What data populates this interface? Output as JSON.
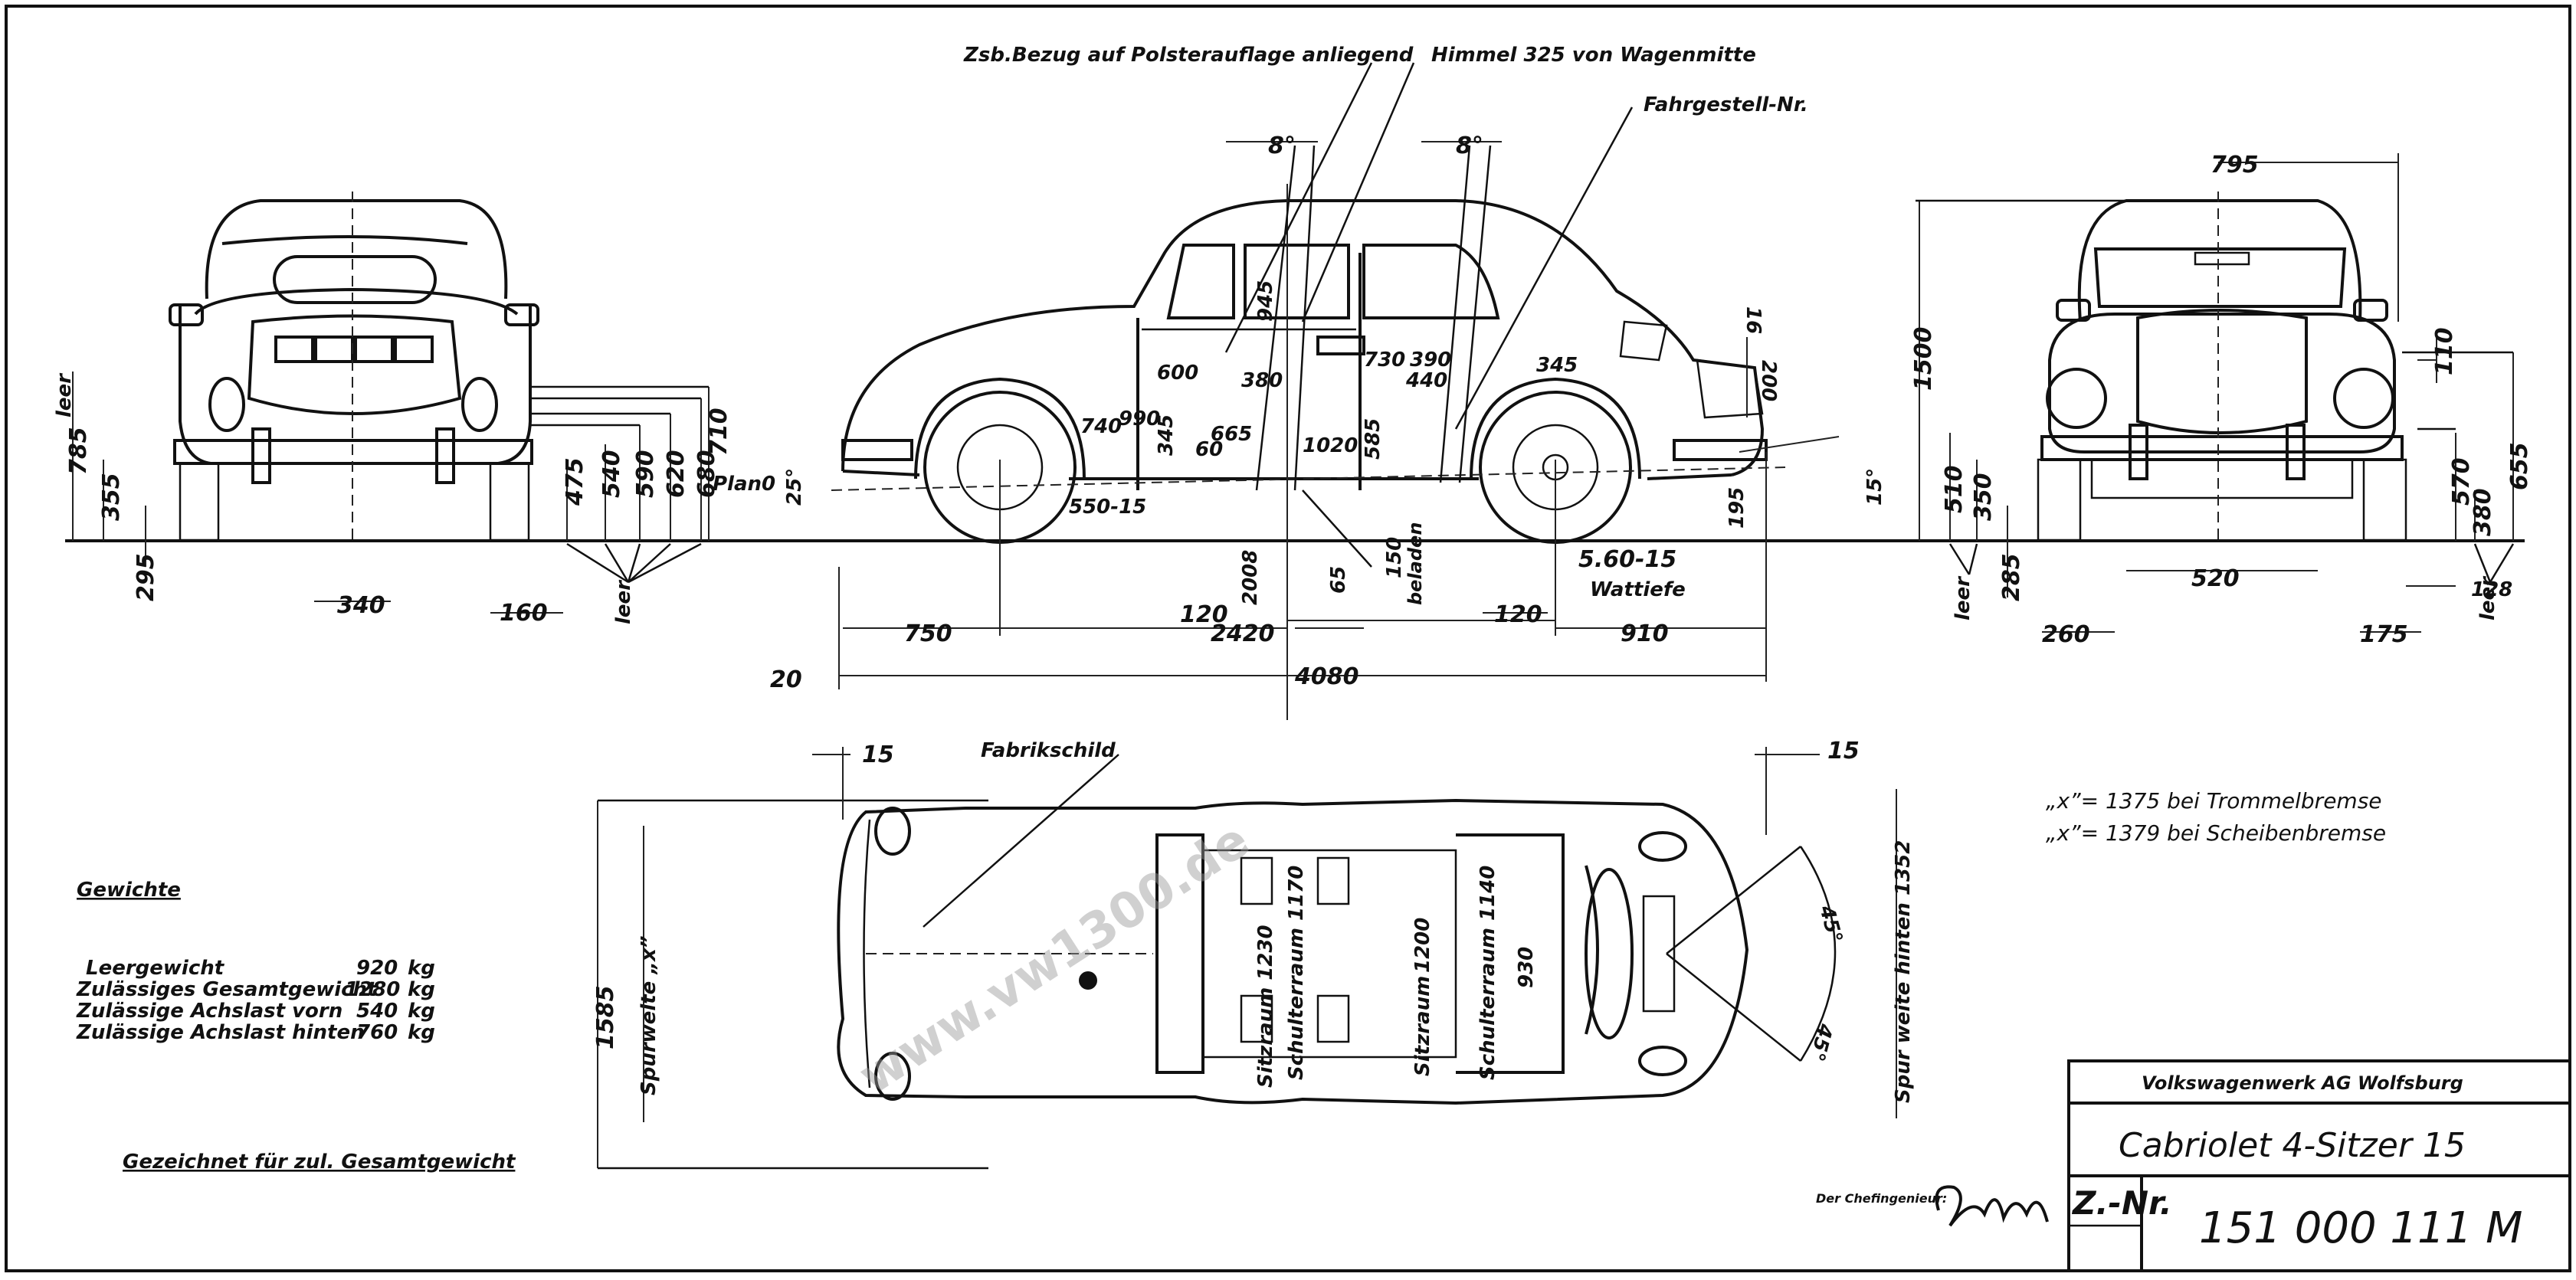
{
  "title_block": {
    "company": "Volkswagenwerk AG Wolfsburg",
    "model": "Cabriolet 4-Sitzer 15",
    "znr_label": "Z.-Nr.",
    "znr_value": "151 000 111 M",
    "chief_label": "Der Chefingenieur:"
  },
  "weights": {
    "heading": "Gewichte",
    "rows": [
      {
        "label": "Leergewicht",
        "value": "920",
        "unit": "kg"
      },
      {
        "label": "Zulässiges Gesamtgewicht",
        "value": "1280",
        "unit": "kg"
      },
      {
        "label": "Zulässige Achslast vorn",
        "value": "540",
        "unit": "kg"
      },
      {
        "label": "Zulässige Achslast hinten",
        "value": "760",
        "unit": "kg"
      }
    ],
    "footer": "Gezeichnet für zul. Gesamtgewicht"
  },
  "notes": {
    "brake_drum": "„x”= 1375  bei Trommelbremse",
    "brake_disc": "„x”= 1379  bei Scheibenbremse",
    "watermark": "www.vw1300.de"
  },
  "labels": {
    "bezug": "Zsb.Bezug auf Polsterauflage anliegend",
    "himmel": "Himmel 325 von Wagenmitte",
    "fahrgestell": "Fahrgestell-Nr.",
    "fabrikschild": "Fabrikschild",
    "plan0": "Plan0",
    "tire": "5.60-15",
    "wattiefe": "Wattiefe",
    "spurweite_x": "Spurweite „x”",
    "spurweite_hinten": "Spur weite hinten 1352",
    "sitzraum_1": "Sitzraum 1230",
    "schulterraum_1": "Schulterraum 1170",
    "sitzraum_2": "Sitzraum",
    "schulterraum_2": "Schulterraum 1140",
    "leer": "leer",
    "beladen": "beladen"
  },
  "dimensions": {
    "rear_view": {
      "h785": "785",
      "h355": "355",
      "h295": "295",
      "w340": "340",
      "w160": "160",
      "h475": "475",
      "h540": "540",
      "h590": "590",
      "h620": "620",
      "h680": "680",
      "h710": "710"
    },
    "side_view": {
      "ang8_front": "8°",
      "ang8_rear": "8°",
      "d945": "945",
      "d730": "730",
      "d390": "390",
      "d440": "440",
      "d345": "345",
      "d200": "200",
      "d16": "16",
      "d600": "600",
      "d740": "740",
      "d990": "990",
      "d380": "380",
      "d665": "665",
      "d345b": "345",
      "d60": "60",
      "d1020": "1020",
      "d585": "585",
      "d550_15": "550-15",
      "ang15": "15°",
      "d25": "25°",
      "d195": "195",
      "d2008": "2008",
      "d65": "65",
      "d150": "150",
      "d120a": "120",
      "d120b": "120",
      "d750": "750",
      "d2420": "2420",
      "d910": "910",
      "d4080": "4080",
      "d20": "20"
    },
    "front_view": {
      "w795": "795",
      "h1500": "1500",
      "h110": "110",
      "h510": "510",
      "h350": "350",
      "h285": "285",
      "w520": "520",
      "h570": "570",
      "h655": "655",
      "h380": "380",
      "w128": "128",
      "w260": "260",
      "w175": "175"
    },
    "top_view": {
      "d15_left": "15",
      "d15_right": "15",
      "d1585": "1585",
      "d1200": "1200",
      "d930": "930",
      "ang45a": "45°",
      "ang45b": "45°"
    }
  }
}
